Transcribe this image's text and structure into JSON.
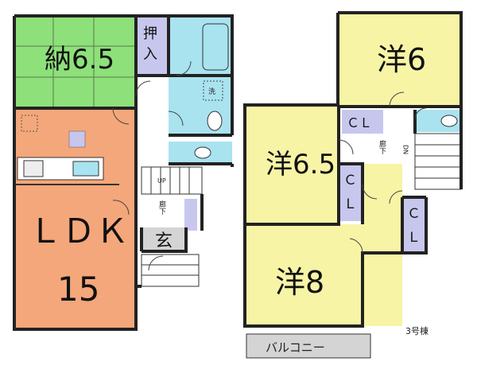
{
  "plan": {
    "first_floor": {
      "storage_room": {
        "label": "納6.5"
      },
      "closet": {
        "label_top": "押",
        "label_bottom": "入"
      },
      "ldk": {
        "label_top": "ＬＤＫ",
        "label_bottom": "15"
      },
      "entrance": {
        "label": "玄"
      },
      "stairs_label": "UP",
      "hall_label": "廊下",
      "laundry_label": "洗"
    },
    "second_floor": {
      "western_room_6": {
        "label": "洋6"
      },
      "western_room_6_5": {
        "label": "洋6.5"
      },
      "western_room_8": {
        "label": "洋8"
      },
      "closet_a": {
        "label": "ＣＬ"
      },
      "closet_b": {
        "label_top": "Ｃ",
        "label_bottom": "Ｌ"
      },
      "closet_c": {
        "label_top": "Ｃ",
        "label_bottom": "Ｌ"
      },
      "balcony": {
        "label": "バルコニー"
      },
      "stairs_label": "DN",
      "hall_label": "廊下"
    },
    "building_number": "3号棟"
  },
  "colors": {
    "green": "#8ee07a",
    "orange": "#f4a77a",
    "blue": "#a9e3f0",
    "yellow": "#f7f4a6",
    "lavender": "#c7c7ee",
    "gray": "#d4d4d4"
  }
}
